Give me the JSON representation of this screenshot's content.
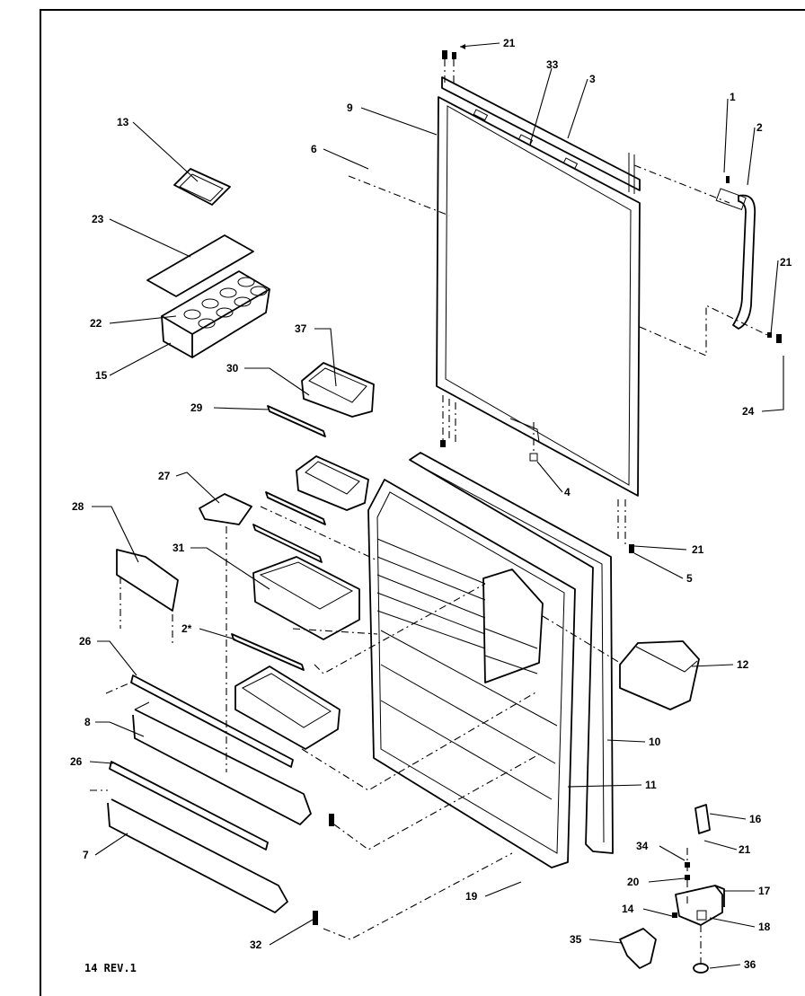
{
  "callouts": {
    "c1": "1",
    "c2": "2",
    "c2b": "2*",
    "c3": "3",
    "c4": "4",
    "c5": "5",
    "c6": "6",
    "c7": "7",
    "c8": "8",
    "c9": "9",
    "c10": "10",
    "c11": "11",
    "c12": "12",
    "c13": "13",
    "c14": "14",
    "c15": "15",
    "c16": "16",
    "c17": "17",
    "c18": "18",
    "c19": "19",
    "c20": "20",
    "c21a": "21",
    "c21b": "21",
    "c21c": "21",
    "c21d": "21",
    "c22": "22",
    "c23": "23",
    "c24": "24",
    "c26a": "26",
    "c26b": "26",
    "c27": "27",
    "c28": "28",
    "c29": "29",
    "c30": "30",
    "c31": "31",
    "c32": "32",
    "c33": "33",
    "c34": "34",
    "c35": "35",
    "c36": "36",
    "c37": "37"
  },
  "footer": {
    "revision": "14 REV.1"
  }
}
